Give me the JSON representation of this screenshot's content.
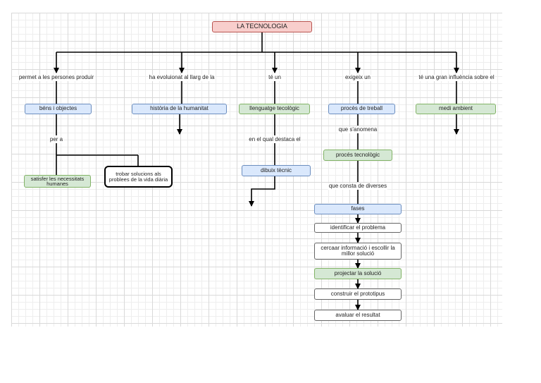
{
  "diagram": {
    "title": "LA TECNOLOGIA",
    "branches": [
      {
        "label": "permet a les persones produir",
        "node": "béns i objectes"
      },
      {
        "label": "ha evoluionat al llarg de la",
        "node": "història de la humanitat"
      },
      {
        "label": "té un",
        "node": "llenguatge tecològic"
      },
      {
        "label": "exigeix un",
        "node": "procès de treball"
      },
      {
        "label": "té una gran influència sobre el",
        "node": "medi ambient"
      }
    ],
    "bens": {
      "link": "per a",
      "children": [
        "satisfer les necessitats humanes",
        "trobar solucions als problees de la vida diària"
      ]
    },
    "llenguatge": {
      "link": "en el qual destaca el",
      "child": "dibuix tècnic"
    },
    "proces": {
      "link1": "que s'anomena",
      "node1": "procés tecnològic",
      "link2": "que consta de diverses",
      "node2": "fases",
      "steps": [
        "identificar el problema",
        "cercaar informació i escollir la millor solució",
        "projectar la solució",
        "construir el prototipus",
        "avaluar el resultat"
      ]
    }
  },
  "colors": {
    "root_fill": "#f8cecc",
    "root_stroke": "#b85450",
    "blue_fill": "#dae8fc",
    "blue_stroke": "#6c8ebf",
    "green_fill": "#d5e8d4",
    "green_stroke": "#82b366",
    "grid": "#d9d9d9"
  }
}
